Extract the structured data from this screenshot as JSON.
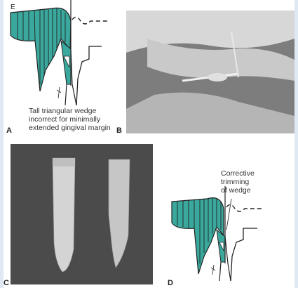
{
  "figure": {
    "panels": [
      {
        "letter": "A",
        "sublabel": "E",
        "caption": "Tall triangular wedge\nincorrect for minimally\nextended gingival margin"
      },
      {
        "letter": "B"
      },
      {
        "letter": "C"
      },
      {
        "letter": "D",
        "caption": "Corrective\ntrimming\nof wedge"
      }
    ]
  },
  "colors": {
    "tooth_fill": "#3aa89d",
    "wedge_fill": "#3aa89d",
    "line": "#222222",
    "page_bg": "#dfe9f4",
    "photo_b": "#9a9a9a",
    "photo_c": "#4a4a4a"
  }
}
